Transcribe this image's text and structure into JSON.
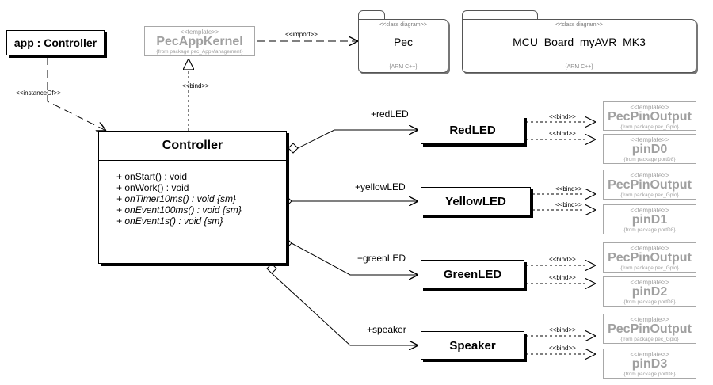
{
  "instance": "app : Controller",
  "kernel": {
    "stereotype": "<<template>>",
    "name": "PecAppKernel",
    "from": "{from package pec_AppManagement}"
  },
  "packages": [
    {
      "stereotype": "<<class diagram>>",
      "name": "Pec",
      "footer": "{ARM C++}"
    },
    {
      "stereotype": "<<class diagram>>",
      "name": "MCU_Board_myAVR_MK3",
      "footer": "{ARM C++}"
    }
  ],
  "labels": {
    "import": "<<import>>",
    "bind": "<<bind>>",
    "instance_of": "<<instanceOf>>"
  },
  "controller": {
    "name": "Controller",
    "operations": [
      {
        "text": "+ onStart() : void",
        "italic": false
      },
      {
        "text": "+ onWork() : void",
        "italic": false
      },
      {
        "text": "+ onTimer10ms() : void {sm}",
        "italic": true
      },
      {
        "text": "+ onEvent100ms() : void {sm}",
        "italic": true
      },
      {
        "text": "+ onEvent1s() : void {sm}",
        "italic": true
      }
    ]
  },
  "components": [
    {
      "role": "+redLED",
      "name": "RedLED",
      "template_name": "PecPinOutput",
      "template_from": "{from package pec_Gpio}",
      "pin_name": "pinD0",
      "pin_from": "{from package portD8}"
    },
    {
      "role": "+yellowLED",
      "name": "YellowLED",
      "template_name": "PecPinOutput",
      "template_from": "{from package pec_Gpio}",
      "pin_name": "pinD1",
      "pin_from": "{from package portD8}"
    },
    {
      "role": "+greenLED",
      "name": "GreenLED",
      "template_name": "PecPinOutput",
      "template_from": "{from package pec_Gpio}",
      "pin_name": "pinD2",
      "pin_from": "{from package portD8}"
    },
    {
      "role": "+speaker",
      "name": "Speaker",
      "template_name": "PecPinOutput",
      "template_from": "{from package pec_Gpio}",
      "pin_name": "pinD3",
      "pin_from": "{from package portD8}"
    }
  ],
  "template_stereotype": "<<template>>"
}
